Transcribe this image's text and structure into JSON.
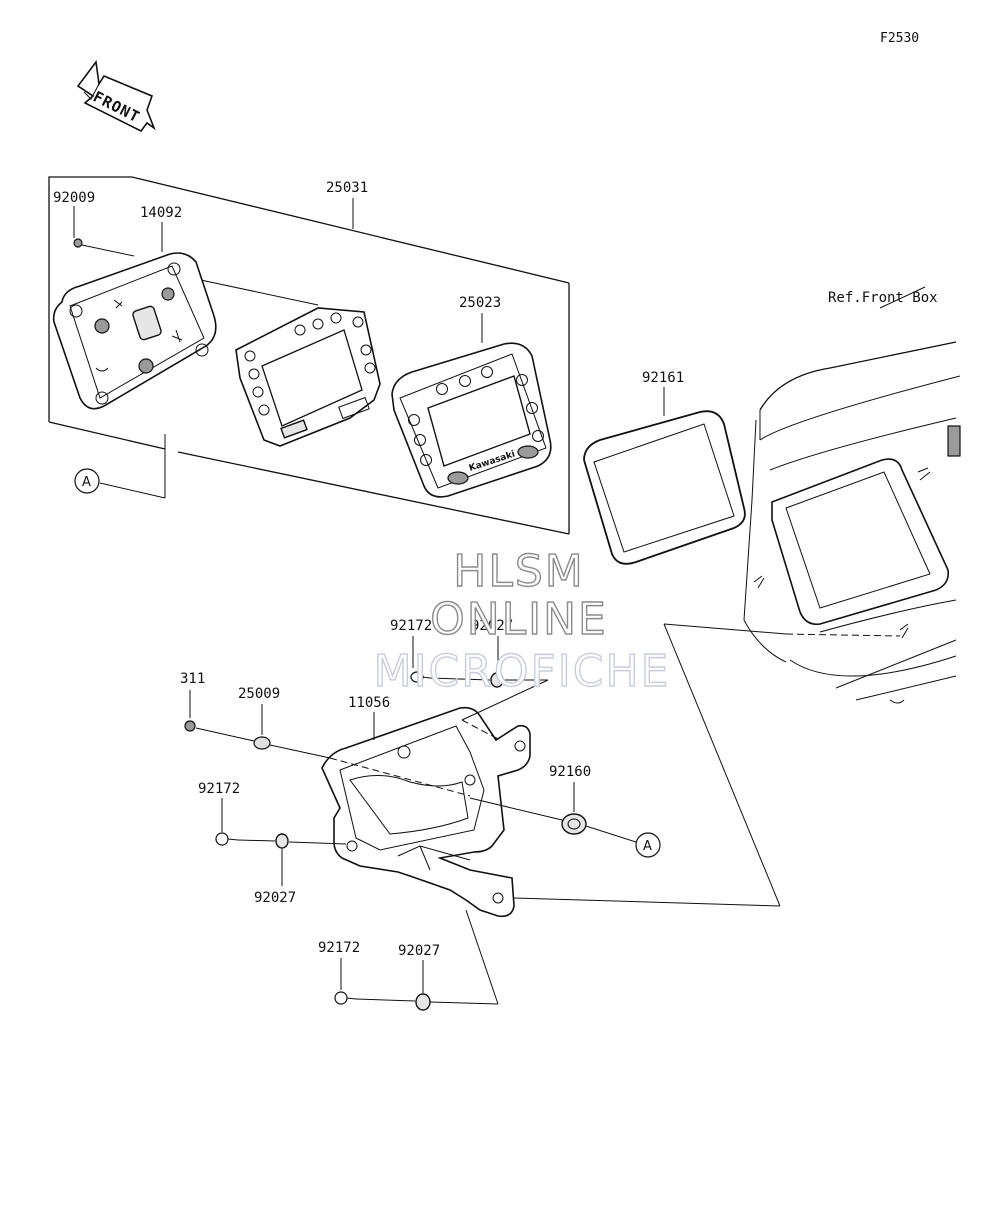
{
  "figure_id": "F2530",
  "front_arrow": {
    "label": "FRONT"
  },
  "parts": {
    "p92009": "92009",
    "p14092": "14092",
    "p25031": "25031",
    "p25023": "25023",
    "p92161": "92161",
    "p92172_top": "92172",
    "p92027_top": "92027",
    "p311": "311",
    "p25009": "25009",
    "p11056": "11056",
    "p92160": "92160",
    "p92172_left": "92172",
    "p92027_left": "92027",
    "p92172_bottom": "92172",
    "p92027_bottom": "92027"
  },
  "reference": {
    "front_box": "Ref.Front Box"
  },
  "callouts": {
    "a_upper": "A",
    "a_lower": "A"
  },
  "meter_logo": "Kawasaki",
  "watermark": {
    "line1": "HLSM",
    "line2": "ONLINE",
    "line3": "MICROFICHE"
  }
}
